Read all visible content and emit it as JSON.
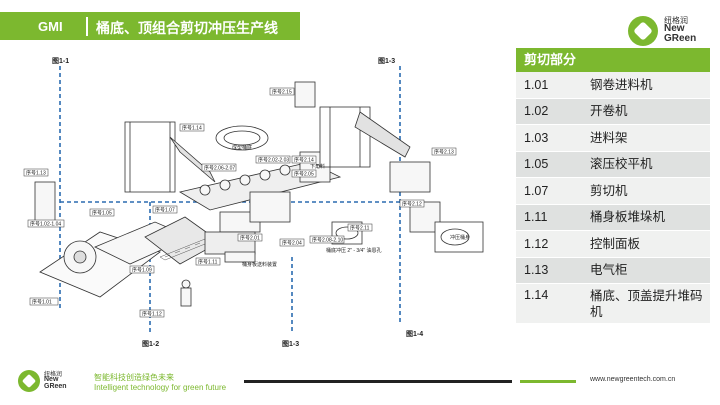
{
  "header": {
    "brand": "GMI",
    "title": "桶底、顶组合剪切冲压生产线"
  },
  "logo": {
    "cn": "纽格润",
    "en_line1": "New",
    "en_line2": "GReen"
  },
  "diagram": {
    "figures": [
      "图1-1",
      "图1-3",
      "图1-2",
      "图1-3",
      "图1-4"
    ],
    "labels": [
      "序号1.01",
      "序号1.02-1.04",
      "序号1.05",
      "序号1.07",
      "序号1.09",
      "序号1.11",
      "序号1.12",
      "序号1.13",
      "序号1.14",
      "序号2.01",
      "序号2.04",
      "序号2.05",
      "序号2.06-2.07",
      "序号2.02-2.03",
      "序号2.08-2.10",
      "序号2.11",
      "序号2.12",
      "序号2.13",
      "序号2.14",
      "序号2.15",
      "成型桶底",
      "桶身板送料装置",
      "下角料",
      "桶底冲压 2\" - 3/4\" 油恩孔",
      "冲压桶身"
    ]
  },
  "panel": {
    "heading": "剪切部分",
    "rows": [
      {
        "code": "1.01",
        "name": "钢卷进料机"
      },
      {
        "code": "1.02",
        "name": "开卷机"
      },
      {
        "code": "1.03",
        "name": "进料架"
      },
      {
        "code": "1.05",
        "name": "滚压校平机"
      },
      {
        "code": "1.07",
        "name": "剪切机"
      },
      {
        "code": "1.11",
        "name": "桶身板堆垛机"
      },
      {
        "code": "1.12",
        "name": "控制面板"
      },
      {
        "code": "1.13",
        "name": "电气柜"
      },
      {
        "code": "1.14",
        "name": "桶底、顶盖提升堆码机"
      }
    ]
  },
  "footer": {
    "logo_cn": "纽格润",
    "logo_en1": "New",
    "logo_en2": "GReen",
    "slogan_cn": "智能科技创造绿色未来",
    "slogan_en": "Intelligent technology for  green future",
    "url": "www.newgreentech.com.cn"
  },
  "colors": {
    "accent": "#7cb82f",
    "dashed": "#2b6cb0"
  }
}
